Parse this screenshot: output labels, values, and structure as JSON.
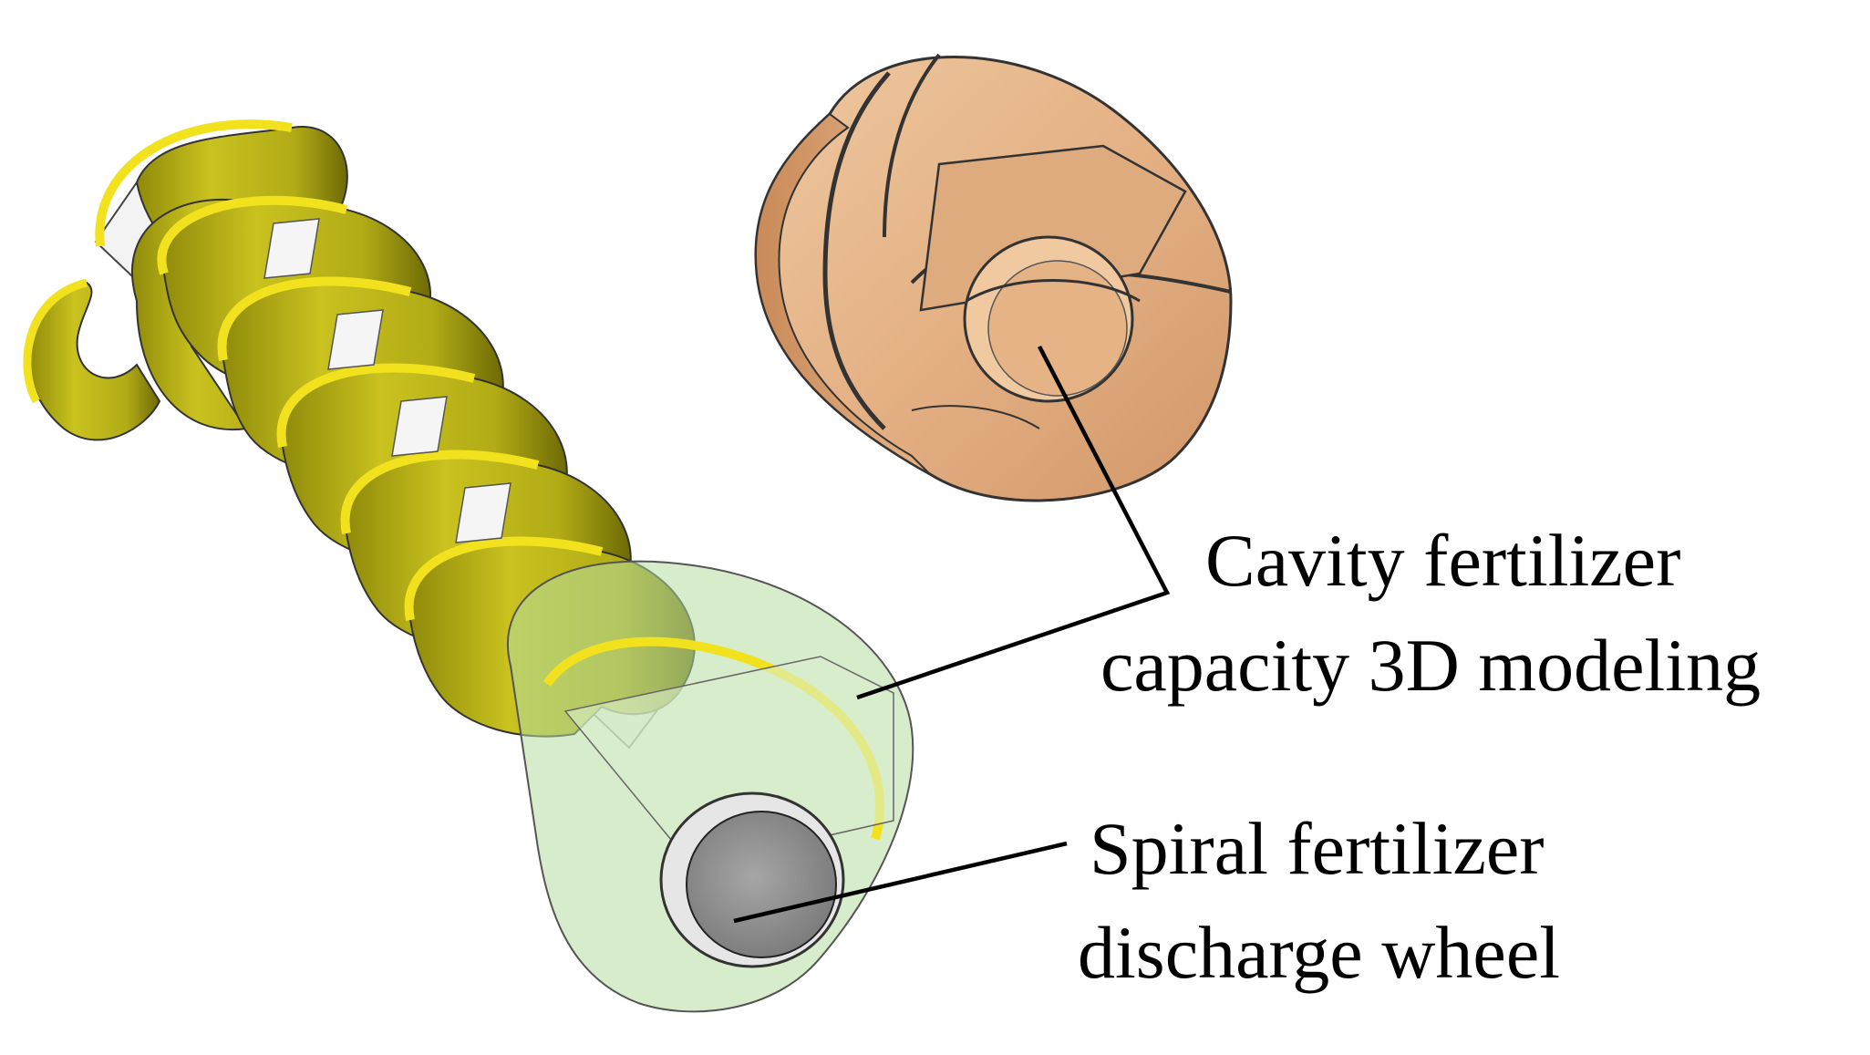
{
  "labels": {
    "cavity_line1": "Cavity fertilizer",
    "cavity_line2": "capacity 3D modeling",
    "spiral_line1": "Spiral fertilizer",
    "spiral_line2": "discharge wheel"
  },
  "colors": {
    "background": "#ffffff",
    "spiral_blade": "#b8b317",
    "spiral_blade_edge": "#f2e21e",
    "shaft": "#f2f2f2",
    "wood_body": "#e6b88e",
    "wood_dark": "#c9895a",
    "green_cavity": "#b5dca1",
    "cap_gray": "#8f8f8f",
    "leader_line": "#000000"
  }
}
